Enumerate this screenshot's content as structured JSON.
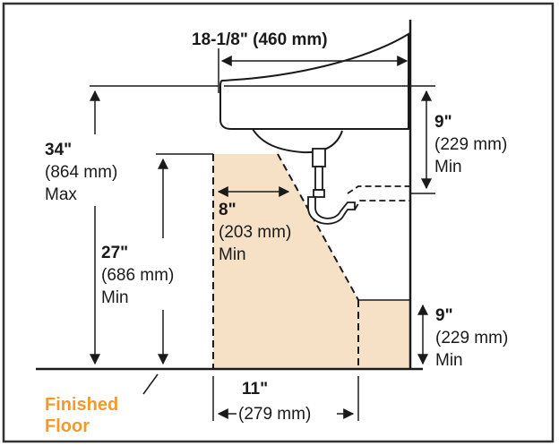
{
  "colors": {
    "clearance_fill": "#f6e0c6",
    "line": "#1a1a1a",
    "floor_label": "#f29a2e",
    "frame": "#333333"
  },
  "labels": {
    "width_dim": "18-1/8\" (460 mm)",
    "max_height": {
      "value": "34\"",
      "metric": "(864 mm)",
      "qualifier": "Max"
    },
    "knee_height": {
      "value": "27\"",
      "metric": "(686 mm)",
      "qualifier": "Min"
    },
    "knee_depth": {
      "value": "8\"",
      "metric": "(203 mm)",
      "qualifier": "Min"
    },
    "apron_clearance": {
      "value": "9\"",
      "metric": "(229 mm)",
      "qualifier": "Min"
    },
    "toe_height": {
      "value": "9\"",
      "metric": "(229 mm)",
      "qualifier": "Min"
    },
    "toe_depth": {
      "value": "11\"",
      "metric": "(279 mm)"
    },
    "floor": {
      "line1": "Finished",
      "line2": "Floor"
    }
  }
}
